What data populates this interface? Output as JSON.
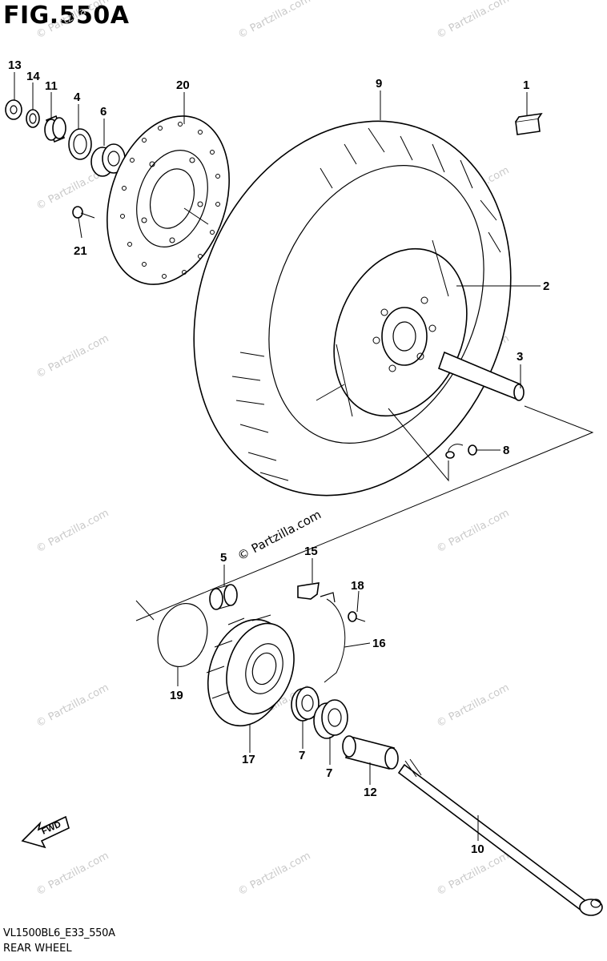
{
  "figure": {
    "title": "FIG.550A",
    "code": "VL1500BL6_E33_550A",
    "name": "REAR WHEEL"
  },
  "watermark": "© Partzilla.com",
  "fwd_label": "FWD",
  "callouts": {
    "p1": "1",
    "p2": "2",
    "p3": "3",
    "p4": "4",
    "p5": "5",
    "p6": "6",
    "p7a": "7",
    "p7b": "7",
    "p8": "8",
    "p9": "9",
    "p10": "10",
    "p11": "11",
    "p12": "12",
    "p13": "13",
    "p14": "14",
    "p15": "15",
    "p16": "16",
    "p17": "17",
    "p18": "18",
    "p19": "19",
    "p20": "20",
    "p21": "21"
  },
  "colors": {
    "line": "#000000",
    "background": "#ffffff",
    "watermark": "#c9c9c9"
  }
}
